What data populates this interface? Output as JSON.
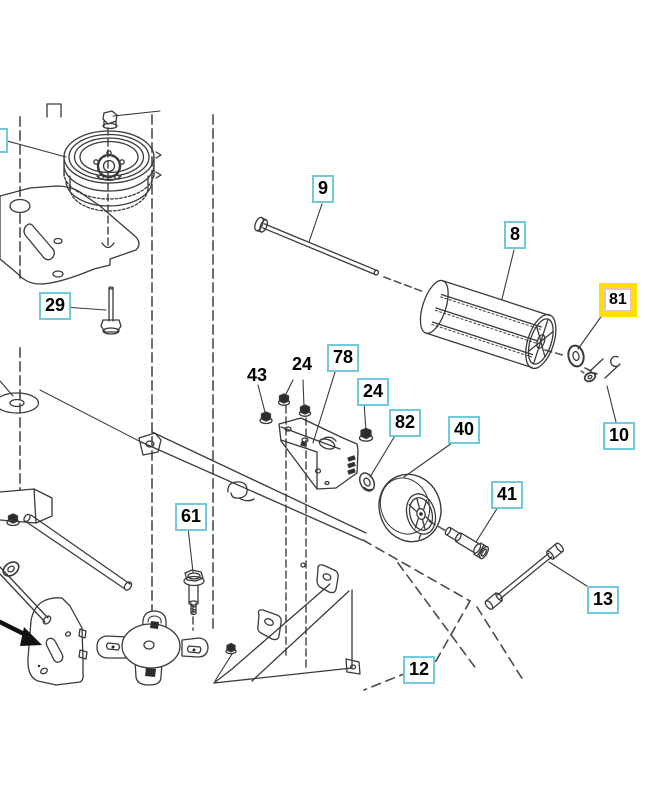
{
  "diagram": {
    "type": "exploded-parts-diagram",
    "highlighted_callout": "81",
    "colors": {
      "background": "#ffffff",
      "line_art": "#3a3a3a",
      "callout_border": "#72c9dc",
      "highlight": "#ffdf00",
      "callout_text": "#000000"
    },
    "callouts": {
      "c9": {
        "text": "9",
        "style": "boxed"
      },
      "c8": {
        "text": "8",
        "style": "boxed"
      },
      "c81": {
        "text": "81",
        "style": "boxed-highlighted"
      },
      "c10": {
        "text": "10",
        "style": "boxed"
      },
      "c29": {
        "text": "29",
        "style": "boxed"
      },
      "c43": {
        "text": "43",
        "style": "plain"
      },
      "c24a": {
        "text": "24",
        "style": "plain"
      },
      "c78": {
        "text": "78",
        "style": "boxed"
      },
      "c24b": {
        "text": "24",
        "style": "boxed"
      },
      "c82": {
        "text": "82",
        "style": "boxed"
      },
      "c40": {
        "text": "40",
        "style": "boxed"
      },
      "c41": {
        "text": "41",
        "style": "boxed"
      },
      "c13": {
        "text": "13",
        "style": "boxed"
      },
      "c61": {
        "text": "61",
        "style": "boxed"
      },
      "c12": {
        "text": "12",
        "style": "boxed"
      }
    }
  }
}
